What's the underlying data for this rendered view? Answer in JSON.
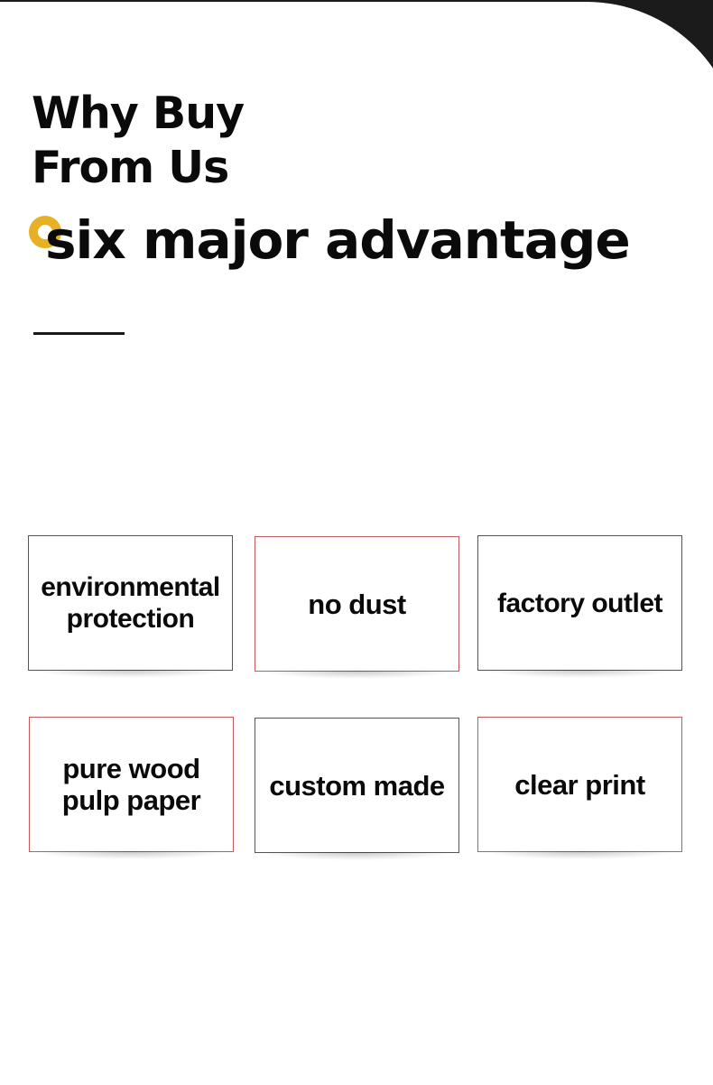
{
  "header": {
    "title": "Why Buy\nFrom Us",
    "subtitle": "six major advantage",
    "accent_color": "#e8b125",
    "ring_icon": "ring-icon"
  },
  "advantages": [
    {
      "label": "environmental\nprotection",
      "border_color": "#555555"
    },
    {
      "label": "no dust",
      "border_color": "#c45a5a"
    },
    {
      "label": "factory outlet",
      "border_color": "#555555"
    },
    {
      "label": "pure wood\npulp paper",
      "border_color": "#c45a5a"
    },
    {
      "label": "custom made",
      "border_color": "#555555"
    },
    {
      "label": "clear print",
      "border_color": "#c45a5a"
    }
  ]
}
